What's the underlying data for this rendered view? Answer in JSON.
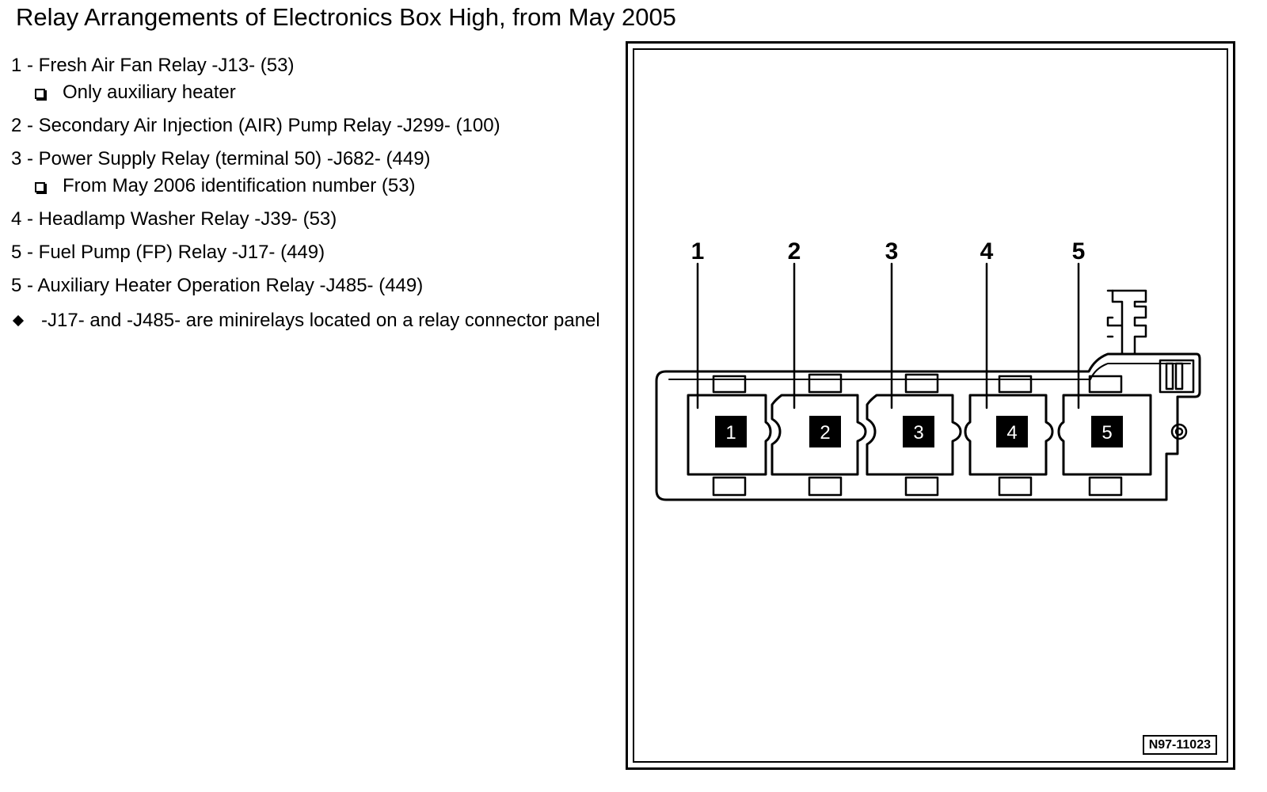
{
  "title": "Relay Arrangements of Electronics Box High, from May 2005",
  "legend": {
    "items": [
      {
        "text": "1 - Fresh Air Fan Relay -J13- (53)",
        "sub": "Only auxiliary heater"
      },
      {
        "text": "2 - Secondary Air Injection (AIR) Pump Relay -J299- (100)"
      },
      {
        "text": "3 - Power Supply Relay (terminal 50) -J682- (449)",
        "sub": "From May 2006 identification number (53)"
      },
      {
        "text": "4 - Headlamp Washer Relay -J39- (53)"
      },
      {
        "text": "5 - Fuel Pump (FP) Relay -J17- (449)"
      },
      {
        "text": "5 - Auxiliary Heater Operation Relay -J485- (449)"
      }
    ],
    "note": "-J17- and -J485- are minirelays located on a relay connector panel"
  },
  "figure": {
    "callouts": [
      "1",
      "2",
      "3",
      "4",
      "5"
    ],
    "relay_labels": [
      "1",
      "2",
      "3",
      "4",
      "5"
    ],
    "code": "N97-11023"
  }
}
